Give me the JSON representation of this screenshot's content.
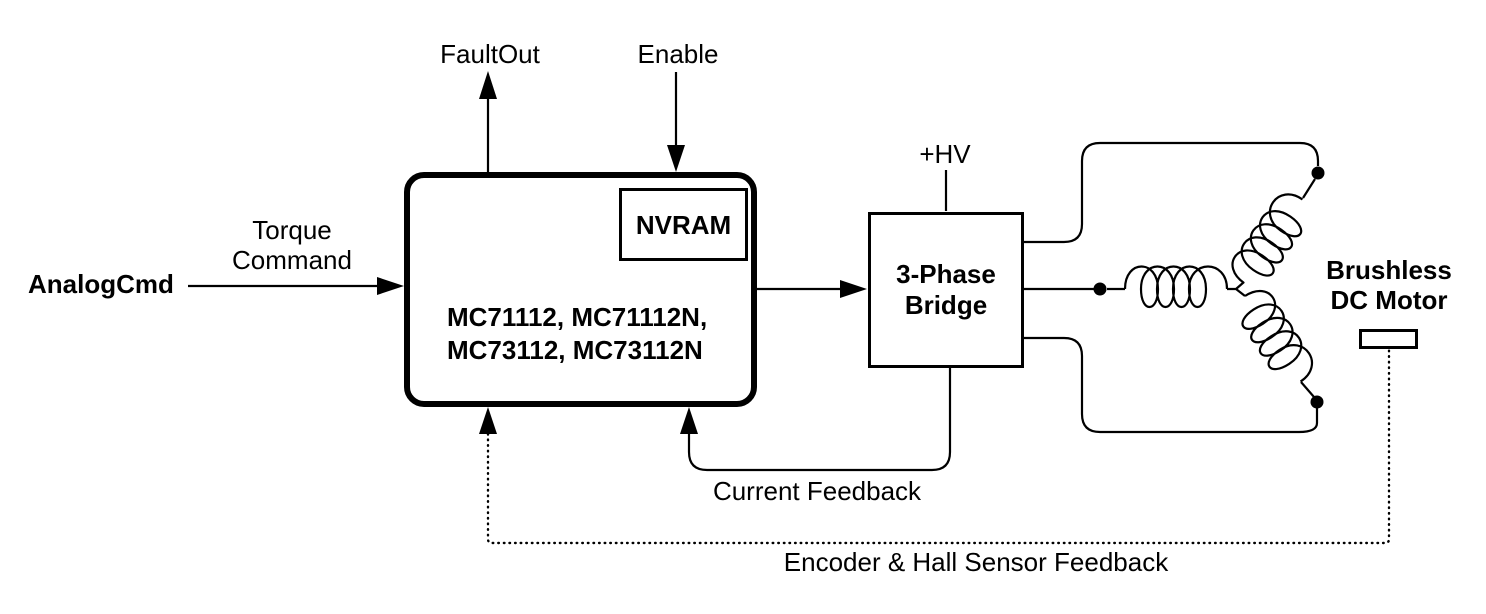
{
  "diagram": {
    "controller": {
      "label_line1": "MC71112, MC71112N,",
      "label_line2": "MC73112, MC73112N",
      "nvram_label": "NVRAM"
    },
    "bridge": {
      "label_line1": "3-Phase",
      "label_line2": "Bridge"
    },
    "motor": {
      "label_line1": "Brushless",
      "label_line2": "DC Motor"
    },
    "signals": {
      "analog_cmd": "AnalogCmd",
      "torque_line1": "Torque",
      "torque_line2": "Command",
      "fault_out": "FaultOut",
      "enable": "Enable",
      "hv": "+HV",
      "current_feedback": "Current Feedback",
      "encoder_feedback": "Encoder & Hall Sensor Feedback"
    },
    "colors": {
      "ink": "#000000",
      "background": "#ffffff"
    }
  }
}
